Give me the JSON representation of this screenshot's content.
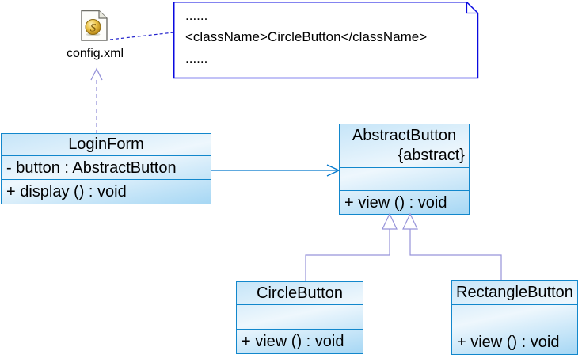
{
  "diagram": {
    "artifact": {
      "label": "config.xml",
      "icon": "xml-file-icon"
    },
    "note": {
      "lines": [
        "......",
        "<className>CircleButton</className>",
        "......"
      ]
    },
    "classes": [
      {
        "name": "LoginForm",
        "stereotype": "",
        "attributes": [
          "- button : AbstractButton"
        ],
        "operations": [
          "+ display () : void"
        ]
      },
      {
        "name": "AbstractButton",
        "stereotype": "{abstract}",
        "attributes": [],
        "operations": [
          "+ view () : void"
        ]
      },
      {
        "name": "CircleButton",
        "stereotype": "",
        "attributes": [],
        "operations": [
          "+ view () : void"
        ]
      },
      {
        "name": "RectangleButton",
        "stereotype": "",
        "attributes": [],
        "operations": [
          "+ view () : void"
        ]
      }
    ],
    "relationships": [
      {
        "type": "anchor",
        "from": "config.xml",
        "to": "note",
        "style": "dashed"
      },
      {
        "type": "dependency",
        "from": "LoginForm",
        "to": "config.xml",
        "style": "dashed-open-arrow"
      },
      {
        "type": "association",
        "from": "LoginForm",
        "to": "AbstractButton",
        "style": "solid-open-arrow"
      },
      {
        "type": "generalization",
        "from": "CircleButton",
        "to": "AbstractButton",
        "style": "hollow-triangle"
      },
      {
        "type": "generalization",
        "from": "RectangleButton",
        "to": "AbstractButton",
        "style": "hollow-triangle"
      }
    ],
    "colors": {
      "class_border": "#1287cc",
      "class_fill_top": "#c6e5f8",
      "class_fill_mid": "#eef7fd",
      "class_fill_bottom": "#a6d7f4",
      "association": "#0077cc",
      "generalization": "#9693d9",
      "note_border": "#0a0ae0",
      "anchor_line": "#2222cc",
      "text": "#000000"
    }
  }
}
